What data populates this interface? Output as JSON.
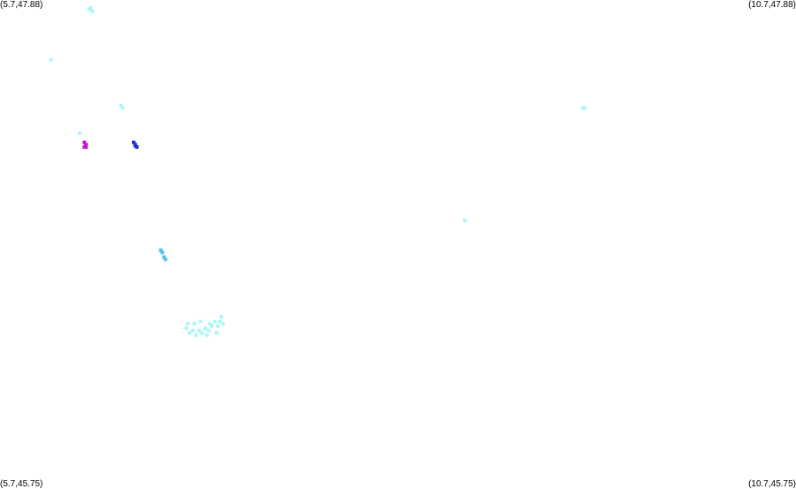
{
  "corners": {
    "top_left": "(5.7,47.88)",
    "top_right": "(10.7,47.88)",
    "bottom_left": "(5.7,45.75)",
    "bottom_right": "(10.7,45.75)"
  },
  "colors": {
    "cyan": "#aaf6f8",
    "sky": "#55bff0",
    "blue": "#2233cc",
    "magenta": "#cc11cc",
    "background": "#ffffff"
  },
  "chart_data": {
    "type": "scatter",
    "xlim": [
      5.7,
      10.7
    ],
    "ylim": [
      45.75,
      47.88
    ],
    "series": [
      {
        "color_key": "cyan",
        "points": [
          [
            6.26,
            47.84
          ],
          [
            6.28,
            47.83
          ],
          [
            6.27,
            47.845
          ],
          [
            6.02,
            47.62
          ],
          [
            6.46,
            47.42
          ],
          [
            6.47,
            47.41
          ],
          [
            6.2,
            47.3
          ],
          [
            9.36,
            47.41
          ],
          [
            9.37,
            47.41
          ],
          [
            8.62,
            46.92
          ],
          [
            6.87,
            46.45
          ],
          [
            6.89,
            46.43
          ],
          [
            6.91,
            46.44
          ],
          [
            6.93,
            46.42
          ],
          [
            6.95,
            46.44
          ],
          [
            6.97,
            46.43
          ],
          [
            6.99,
            46.45
          ],
          [
            7.01,
            46.44
          ],
          [
            7.03,
            46.46
          ],
          [
            7.05,
            46.48
          ],
          [
            7.07,
            46.46
          ],
          [
            7.09,
            46.5
          ],
          [
            7.0,
            46.42
          ],
          [
            6.88,
            46.47
          ],
          [
            6.92,
            46.47
          ],
          [
            6.96,
            46.48
          ],
          [
            7.02,
            46.47
          ],
          [
            7.06,
            46.43
          ],
          [
            7.08,
            46.48
          ],
          [
            7.1,
            46.47
          ]
        ]
      },
      {
        "color_key": "sky",
        "points": [
          [
            6.71,
            46.79
          ],
          [
            6.72,
            46.78
          ],
          [
            6.73,
            46.76
          ],
          [
            6.74,
            46.75
          ]
        ]
      },
      {
        "color_key": "blue",
        "points": [
          [
            6.54,
            47.26
          ],
          [
            6.55,
            47.25
          ],
          [
            6.56,
            47.24
          ],
          [
            6.55,
            47.245
          ]
        ]
      },
      {
        "color_key": "magenta",
        "points": [
          [
            6.23,
            47.26
          ],
          [
            6.24,
            47.25
          ],
          [
            6.23,
            47.24
          ],
          [
            6.24,
            47.24
          ]
        ]
      }
    ]
  }
}
